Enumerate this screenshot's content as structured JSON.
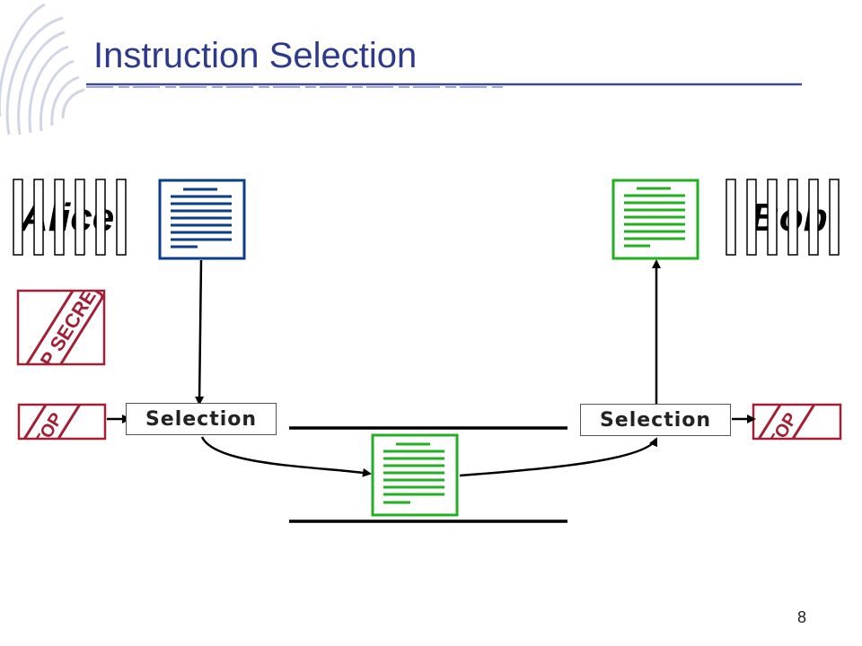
{
  "slide": {
    "title": "Instruction Selection",
    "page_number": "8"
  },
  "nodes": {
    "alice": {
      "label": "Alice"
    },
    "bob": {
      "label": "Bob"
    },
    "selection_left": {
      "label": "Selection"
    },
    "selection_right": {
      "label": "Selection"
    }
  },
  "stamps": {
    "top_secret_label": "TOP SECRET",
    "top_label": "TOP"
  },
  "colors": {
    "title": "#2d3a8c",
    "doc_blue": "#0b3d8c",
    "doc_green": "#22b022",
    "stamp_red": "#a31f34",
    "line": "#000000"
  },
  "icons": {
    "fingerprint": "fingerprint-icon",
    "document": "document-icon",
    "stamp": "stamp-icon"
  }
}
